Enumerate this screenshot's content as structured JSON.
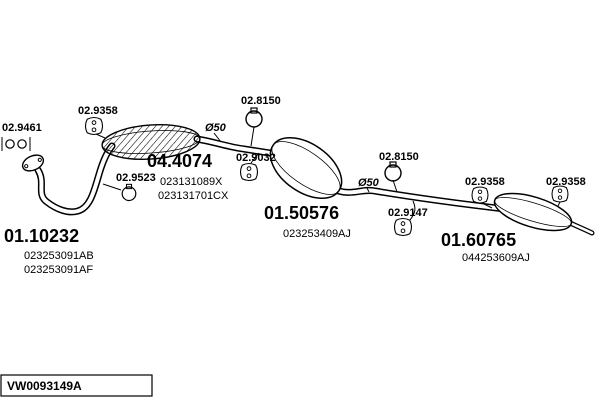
{
  "drawing": {
    "code": "VW0093149A",
    "diameter_note_1": "Ø50",
    "diameter_note_2": "Ø50"
  },
  "parts": {
    "gasket": {
      "ref": "02.9461"
    },
    "hanger_front": {
      "ref": "02.9358"
    },
    "front_pipe": {
      "ref": "01.10232",
      "oem_1": "023253091AB",
      "oem_2": "023253091AF"
    },
    "front_silencer": {
      "ref": "04.4074",
      "oem_1": "023131089X",
      "oem_2": "023131701CX"
    },
    "clamp_front": {
      "ref": "02.9523"
    },
    "clamp_mid": {
      "ref": "02.8150"
    },
    "hanger_mid": {
      "ref": "02.9032"
    },
    "centre_silencer": {
      "ref": "01.50576",
      "oem_1": "023253409AJ"
    },
    "clamp_rear": {
      "ref": "02.8150"
    },
    "hanger_rear_pipe": {
      "ref": "02.9147"
    },
    "hanger_rear_1": {
      "ref": "02.9358"
    },
    "hanger_rear_2": {
      "ref": "02.9358"
    },
    "rear_silencer": {
      "ref": "01.60765",
      "oem_1": "044253609AJ"
    }
  }
}
